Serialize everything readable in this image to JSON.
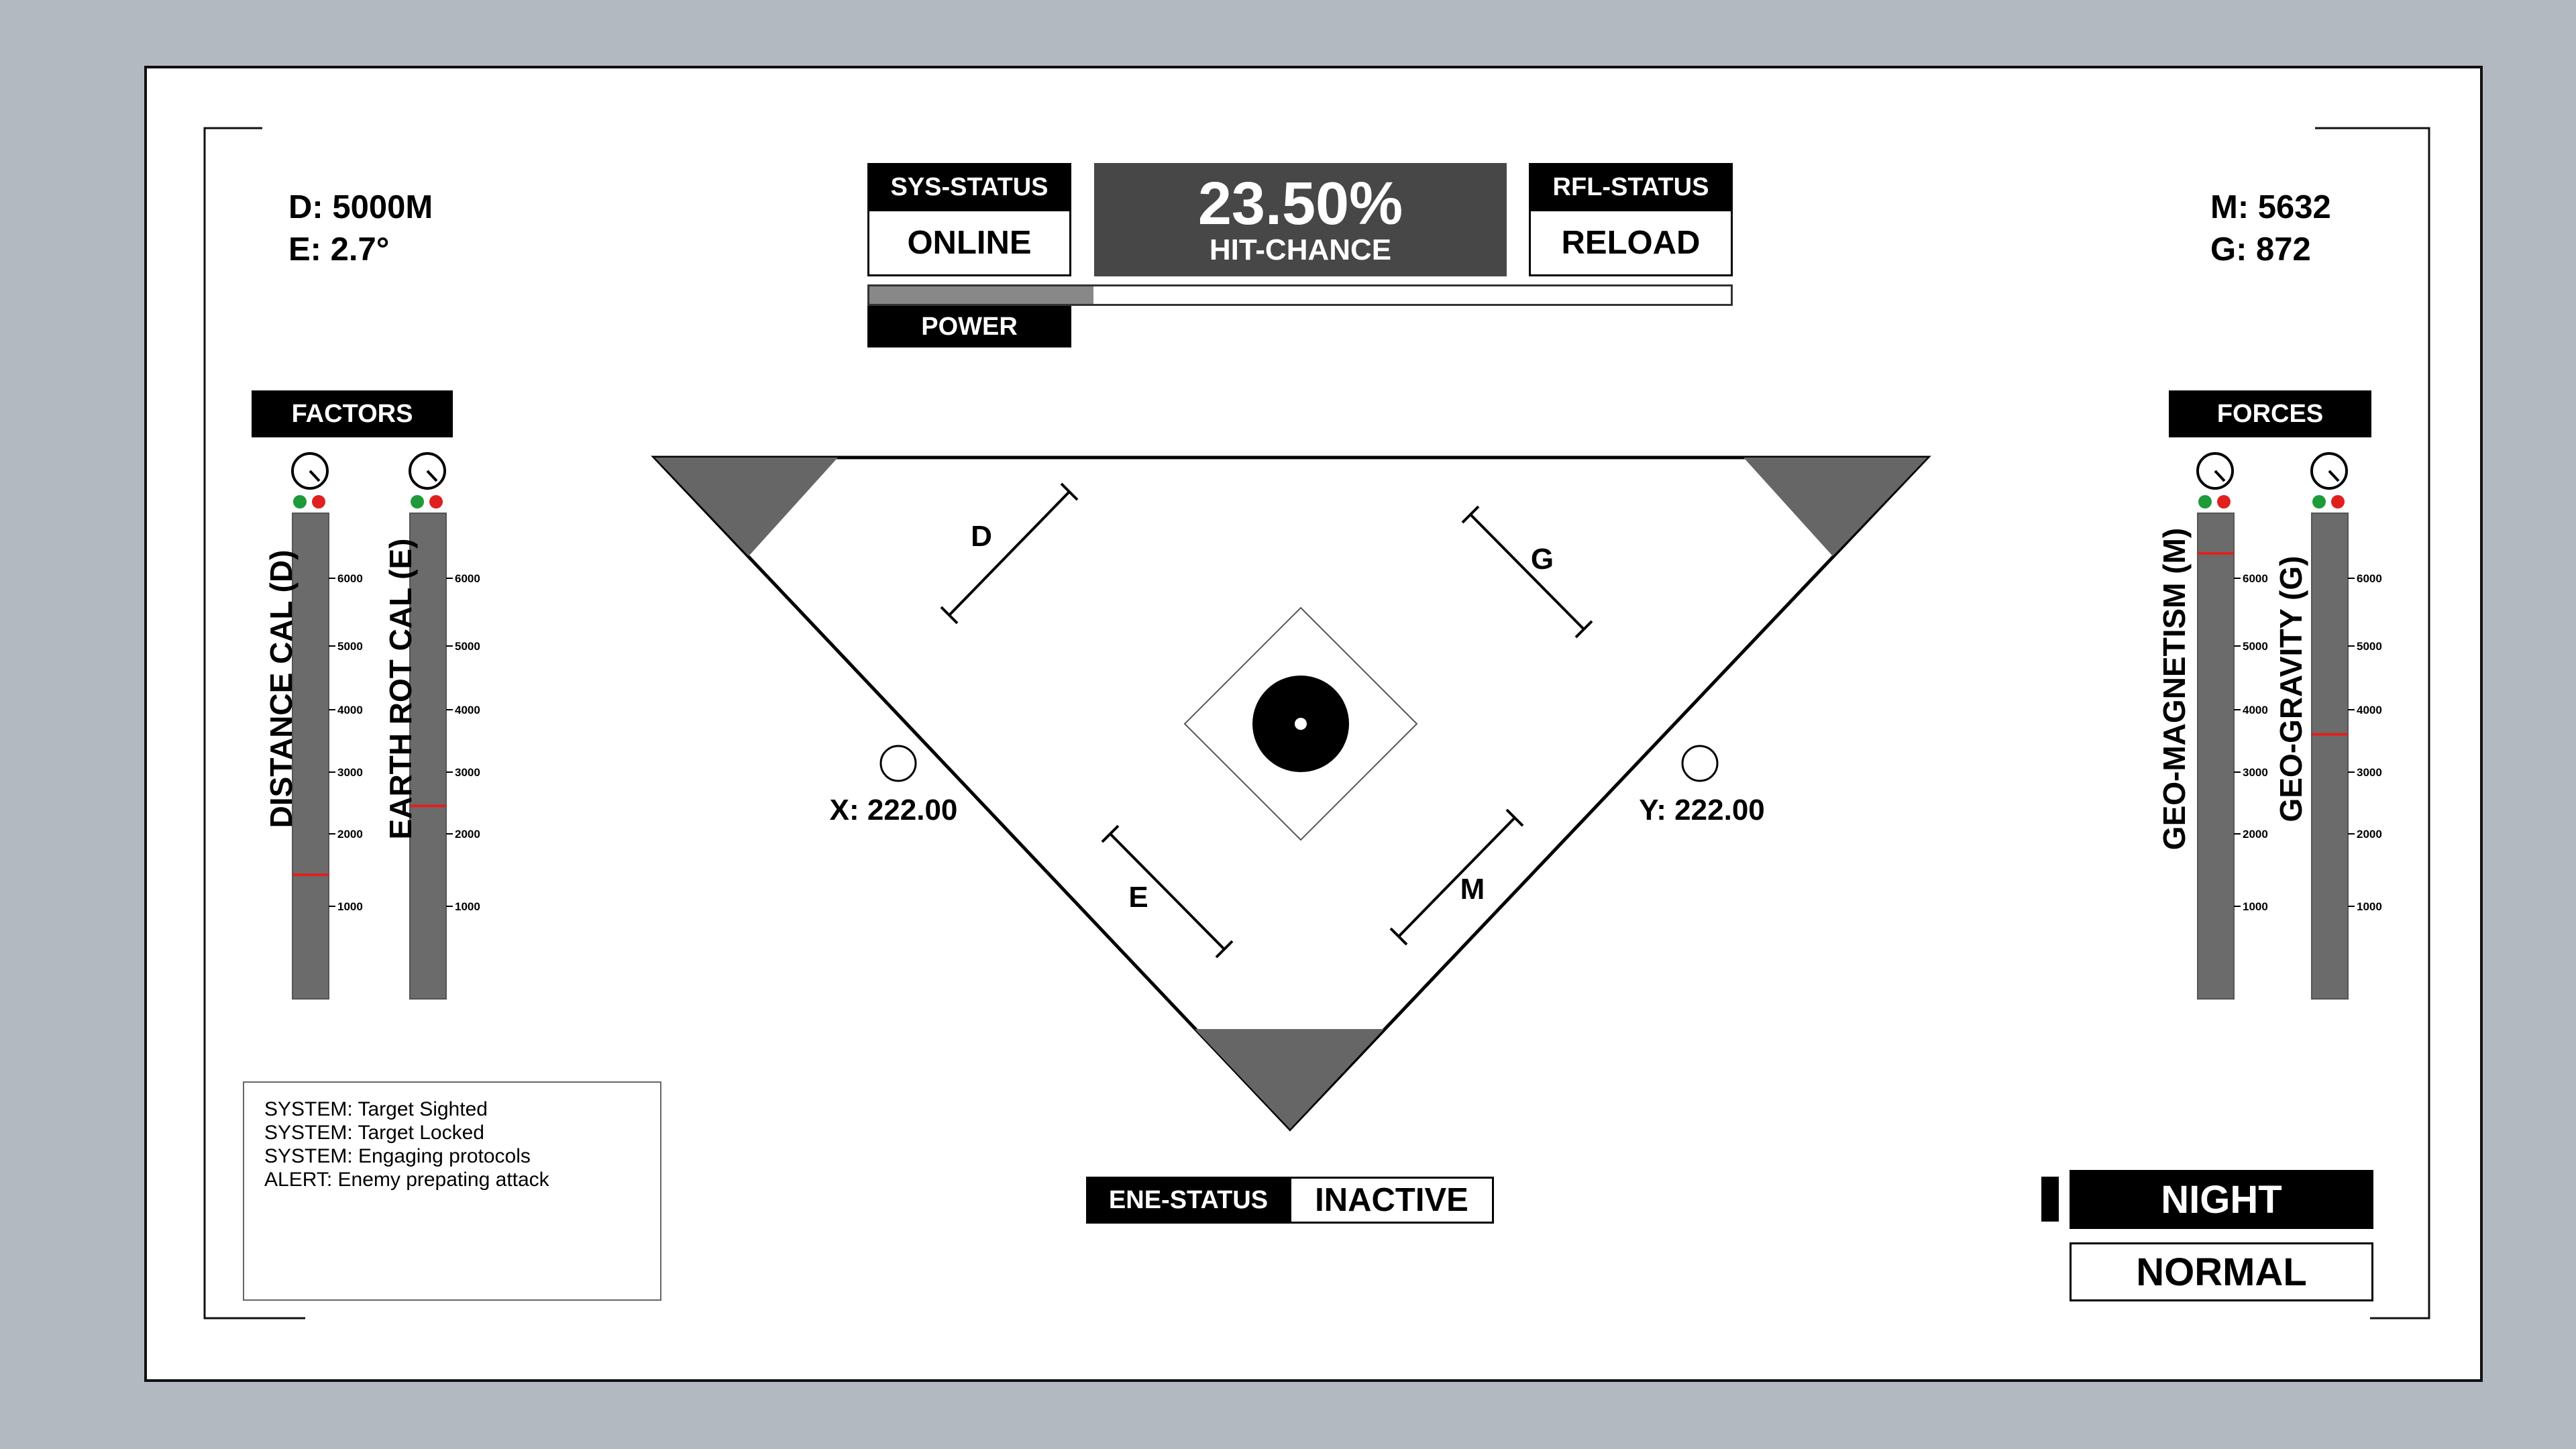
{
  "readouts": {
    "distance": "D: 5000M",
    "elevation": "E: 2.7°",
    "magnetism": "M: 5632",
    "gravity": "G: 872"
  },
  "status": {
    "sys_label": "SYS-STATUS",
    "sys_value": "ONLINE",
    "rfl_label": "RFL-STATUS",
    "rfl_value": "RELOAD",
    "hit_value": "23.50%",
    "hit_label": "HIT-CHANCE",
    "power_label": "POWER",
    "power_fraction": 0.26,
    "ene_label": "ENE-STATUS",
    "ene_value": "INACTIVE"
  },
  "factors": {
    "title": "FACTORS",
    "gauges": [
      {
        "label": "DISTANCE CAL (D)",
        "ticks": [
          "6000",
          "5000",
          "4000",
          "3000",
          "2000",
          "1000"
        ],
        "marker": 1480
      },
      {
        "label": "EARTH ROT CAL (E)",
        "ticks": [
          "6000",
          "5000",
          "4000",
          "3000",
          "2000",
          "1000"
        ],
        "marker": 2530
      }
    ]
  },
  "forces": {
    "title": "FORCES",
    "gauges": [
      {
        "label": "GEO-MAGNETISM (M)",
        "ticks": [
          "6000",
          "5000",
          "4000",
          "3000",
          "2000",
          "1000"
        ],
        "marker": 6380
      },
      {
        "label": "GEO-GRAVITY (G)",
        "ticks": [
          "6000",
          "5000",
          "4000",
          "3000",
          "2000",
          "1000"
        ],
        "marker": 3620
      }
    ]
  },
  "targeting": {
    "x_readout": "X: 222.00",
    "y_readout": "Y: 222.00",
    "bracket_labels": {
      "d": "D",
      "g": "G",
      "e": "E",
      "m": "M"
    }
  },
  "log": {
    "lines": [
      "SYSTEM: Target Sighted",
      "SYSTEM: Target Locked",
      "SYSTEM: Engaging protocols",
      "ALERT: Enemy prepating attack"
    ]
  },
  "mode": {
    "active": "NIGHT",
    "inactive": "NORMAL"
  },
  "colors": {
    "background": "#b3b9c0",
    "gauge_fill": "#6b6b6b",
    "marker": "#e0201e",
    "led_green": "#1e9a3a",
    "led_red": "#e0201e",
    "hit_box": "#474747"
  }
}
